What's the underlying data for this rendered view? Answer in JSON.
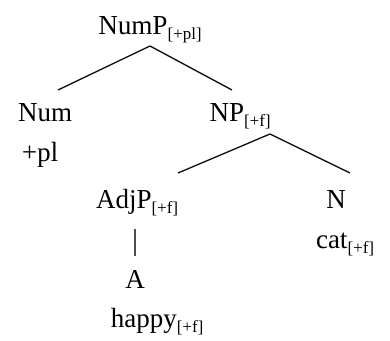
{
  "tree": {
    "nump": {
      "cat": "NumP",
      "feat": "[+pl]"
    },
    "num": {
      "cat": "Num",
      "word": "+pl"
    },
    "np": {
      "cat": "NP",
      "feat": "[+f]"
    },
    "adjp": {
      "cat": "AdjP",
      "feat": "[+f]"
    },
    "a": {
      "cat": "A",
      "word": "happy",
      "feat": "[+f]"
    },
    "n": {
      "cat": "N",
      "word": "cat",
      "feat": "[+f]"
    }
  },
  "colors": {
    "text": "#000000",
    "line": "#000000",
    "background": "#ffffff"
  }
}
